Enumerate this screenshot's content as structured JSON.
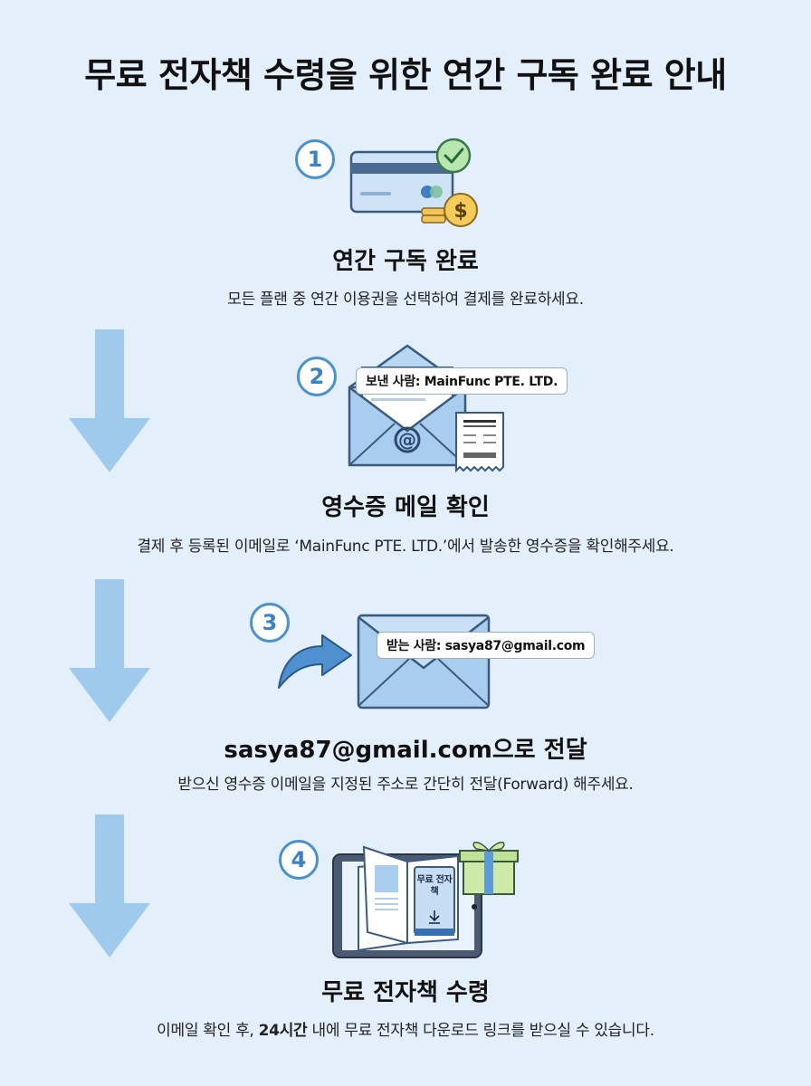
{
  "title": "무료 전자책 수령을 위한 연간 구독 완료 안내",
  "steps": [
    {
      "number": "1",
      "title": "연간 구독 완료",
      "description": "모든 플랜 중 연간 이용권을 선택하여 결제를 완료하세요.",
      "icon": "credit-card-payment-icon"
    },
    {
      "number": "2",
      "title": "영수증 메일 확인",
      "description": "결제 후 등록된 이메일로 ‘MainFunc PTE. LTD.’에서 발송한 영수증을 확인해주세요.",
      "sender_chip": "보낸 사람: MainFunc PTE. LTD.",
      "icon": "envelope-receipt-icon"
    },
    {
      "number": "3",
      "title": "sasya87@gmail.com으로 전달",
      "description": "받으신 영수증 이메일을 지정된 주소로 간단히 전달(Forward) 해주세요.",
      "recipient_chip": "받는 사람: sasya87@gmail.com",
      "icon": "forward-email-icon"
    },
    {
      "number": "4",
      "title": "무료 전자책 수령",
      "description_before": "이메일 확인 후, ",
      "description_bold": "24시간",
      "description_after": " 내에 무료 전자책 다운로드 링크를 받으실 수 있습니다.",
      "book_label": "무료 전자책",
      "icon": "ebook-gift-icon"
    }
  ],
  "colors": {
    "background": "#e3f0fb",
    "accent": "#4a90cf",
    "arrow": "#9fcaee"
  }
}
